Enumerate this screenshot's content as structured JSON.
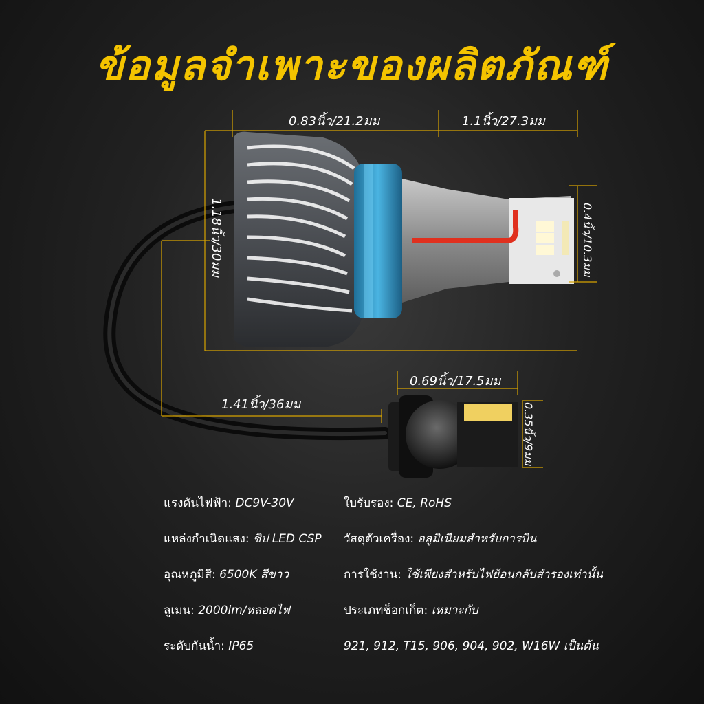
{
  "title": "ข้อมูลจำเพาะของผลิตภัณฑ์",
  "colors": {
    "accent": "#f4c400",
    "dimension_line": "#d8a400",
    "socket_blue": "#3aa6d6",
    "wire_red": "#e0301e"
  },
  "dimensions": {
    "top_left": "0.83นิ้ว/21.2มม",
    "top_right": "1.1นิ้ว/27.3มม",
    "height_left": "1.18นิ้ว/30มม",
    "height_right": "0.4นิ้ว/10.3มม",
    "bulb_width": "0.69นิ้ว/17.5มม",
    "cable_length": "1.41นิ้ว/36มม",
    "bulb_height": "0.35นิ้ว/9มม"
  },
  "specs": {
    "left": [
      {
        "label": "แรงดันไฟฟ้า:",
        "value": " DC9V-30V"
      },
      {
        "label": "แหล่งกำเนิดแสง:",
        "value": " ชิป LED CSP"
      },
      {
        "label": "อุณหภูมิสี:",
        "value": " 6500K สีขาว"
      },
      {
        "label": "ลูเมน:",
        "value": " 2000lm/หลอดไฟ"
      },
      {
        "label": "ระดับกันน้ำ:",
        "value": " IP65"
      }
    ],
    "right": [
      {
        "label": "ใบรับรอง:",
        "value": " CE, RoHS"
      },
      {
        "label": "วัสดุตัวเครื่อง:",
        "value": " อลูมิเนียมสำหรับการบิน"
      },
      {
        "label": "การใช้งาน:",
        "value": " ใช้เพียงสำหรับไฟย้อนกลับสำรองเท่านั้น"
      },
      {
        "label": "ประเภทซ็อกเก็ต:",
        "value": " เหมาะกับ"
      },
      {
        "label": "",
        "value": "921, 912, T15, 906, 904, 902, W16W เป็นต้น"
      }
    ]
  }
}
